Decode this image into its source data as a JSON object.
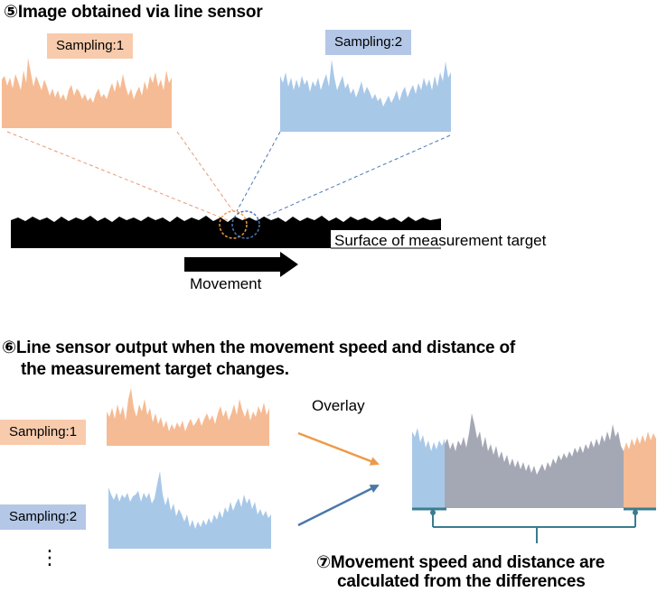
{
  "section5": {
    "title": "⑤Image obtained via line sensor"
  },
  "top_labels": {
    "sampling1": "Sampling:1",
    "sampling2": "Sampling:2"
  },
  "surface_label": "Surface of measurement target",
  "movement_label": "Movement",
  "section6": {
    "title_line1": "⑥Line sensor output when the movement speed and distance of",
    "title_line2": "the measurement target changes."
  },
  "bottom_labels": {
    "sampling1": "Sampling:1",
    "sampling2": "Sampling:2",
    "ellipsis": "⋮"
  },
  "overlay_label": "Overlay",
  "section7": {
    "line1": "⑦Movement speed and distance are",
    "line2": "calculated from the differences"
  },
  "colors": {
    "sampling1": "#f5bb94",
    "sampling1_label_bg": "#f8cbad",
    "sampling2": "#a8c8e8",
    "sampling2_label_bg": "#b4c7e7",
    "overlap": "#a4a8b4",
    "orange_arrow": "#ed9a48",
    "blue_arrow": "#4a78a8",
    "bracket": "#3a7c90"
  },
  "icons": {
    "movement": "right-arrow-icon",
    "ellipsis": "vertical-ellipsis-icon"
  }
}
